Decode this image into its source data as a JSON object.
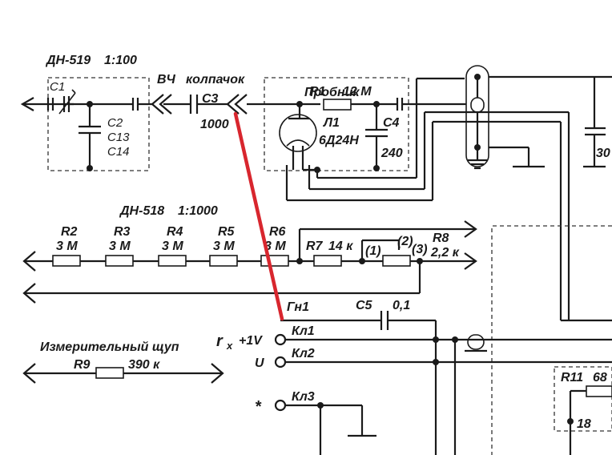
{
  "labels": {
    "dn519": "ДН-519",
    "ratio519": "1:100",
    "vch": "ВЧ",
    "kolpachok": "колпачок",
    "probnik": "Пробник",
    "c1": "C1",
    "c2": "C2",
    "c13": "C13",
    "c14": "C14",
    "c3": "C3",
    "c3_val": "1000",
    "r1": "R1",
    "r1_val": "12 M",
    "l1": "Л1",
    "tube": "6Д24Н",
    "c4": "C4",
    "c4_val": "240",
    "dn518": "ДН-518",
    "ratio518": "1:1000",
    "r2": "R2",
    "r2_val": "3 M",
    "r3": "R3",
    "r3_val": "3 M",
    "r4": "R4",
    "r4_val": "3 M",
    "r5": "R5",
    "r5_val": "3 M",
    "r6": "R6",
    "r6_val": "3 M",
    "r7": "R7",
    "r7_val": "14 к",
    "r8": "R8",
    "r8_val": "2,2 к",
    "tap1": "(1)",
    "tap2": "(2)",
    "tap3": "(3)",
    "gn1": "Гн1",
    "c5": "C5",
    "c5_val": "0,1",
    "kl1": "Кл1",
    "kl2": "Кл2",
    "kl3": "Кл3",
    "rx": "r",
    "rx_sub": "x",
    "plus1v": "+1V",
    "u": "U",
    "star": "*",
    "probe_title": "Измерительный щуп",
    "r9": "R9",
    "r9_val": "390 к",
    "r11": "R11",
    "r11_val": "68",
    "n18": "18",
    "cut_30": "30"
  },
  "colors": {
    "wire": "#1a1a1a",
    "highlight": "#d8262e",
    "background": "#ffffff"
  }
}
